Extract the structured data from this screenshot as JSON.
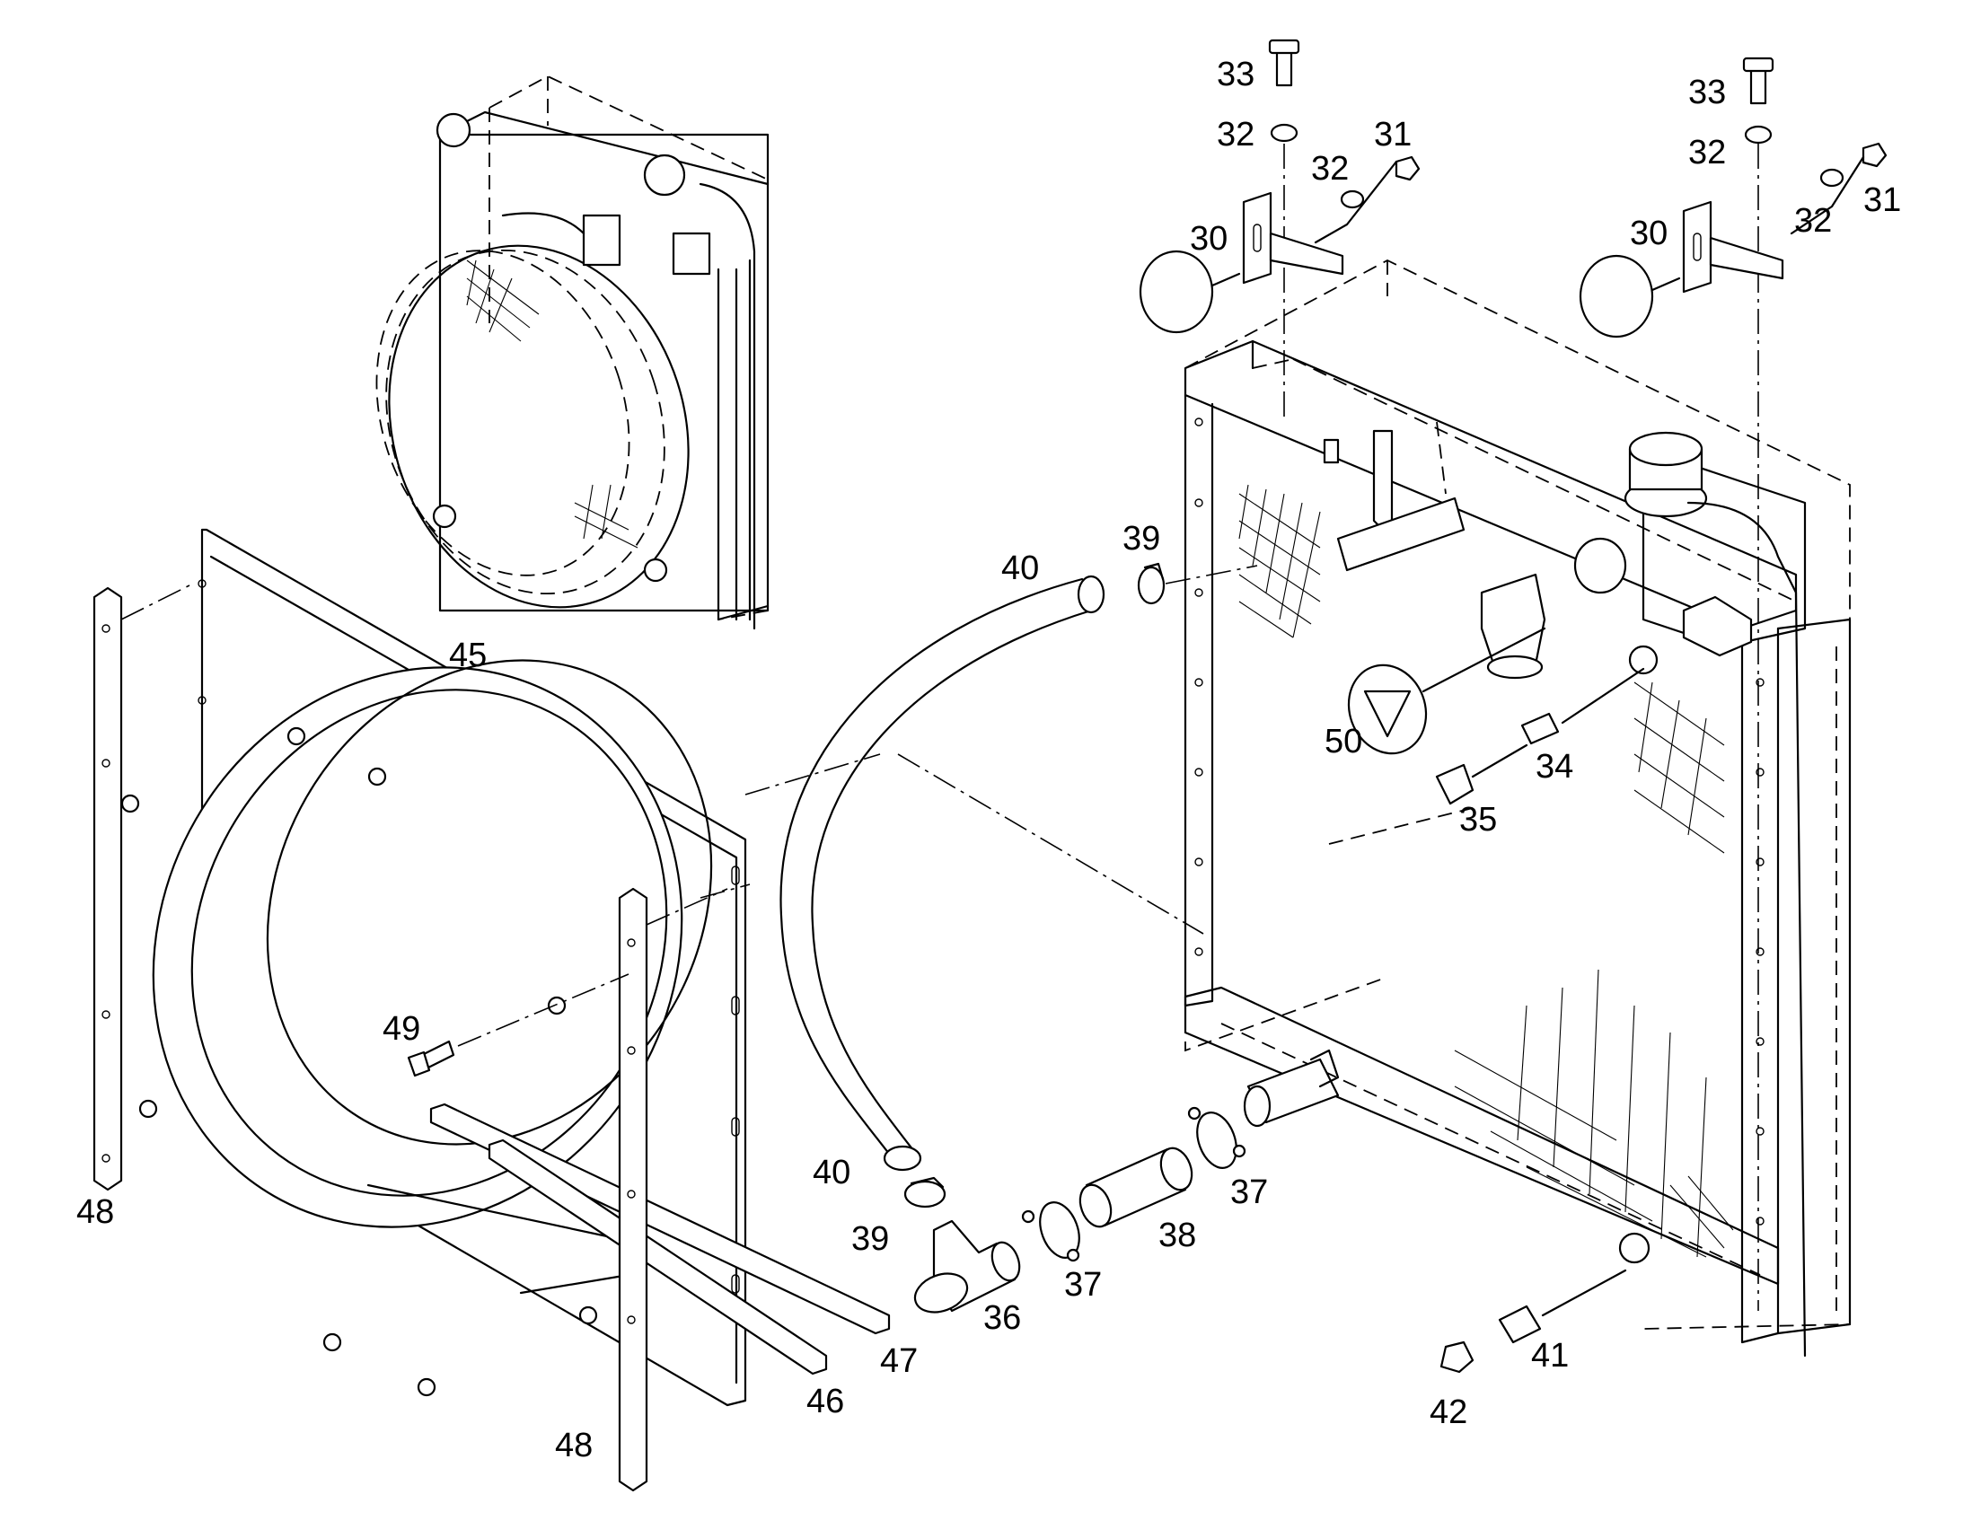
{
  "callouts": [
    {
      "id": "c33a",
      "text": "33"
    },
    {
      "id": "c32a",
      "text": "32"
    },
    {
      "id": "c31a",
      "text": "31"
    },
    {
      "id": "c32b",
      "text": "32"
    },
    {
      "id": "c30a",
      "text": "30"
    },
    {
      "id": "c33b",
      "text": "33"
    },
    {
      "id": "c32c",
      "text": "32"
    },
    {
      "id": "c32d",
      "text": "32"
    },
    {
      "id": "c31b",
      "text": "31"
    },
    {
      "id": "c30b",
      "text": "30"
    },
    {
      "id": "c39a",
      "text": "39"
    },
    {
      "id": "c40a",
      "text": "40"
    },
    {
      "id": "c45",
      "text": "45"
    },
    {
      "id": "c50",
      "text": "50"
    },
    {
      "id": "c34",
      "text": "34"
    },
    {
      "id": "c35",
      "text": "35"
    },
    {
      "id": "c49",
      "text": "49"
    },
    {
      "id": "c48a",
      "text": "48"
    },
    {
      "id": "c40b",
      "text": "40"
    },
    {
      "id": "c39b",
      "text": "39"
    },
    {
      "id": "c37a",
      "text": "37"
    },
    {
      "id": "c38",
      "text": "38"
    },
    {
      "id": "c37b",
      "text": "37"
    },
    {
      "id": "c36",
      "text": "36"
    },
    {
      "id": "c47",
      "text": "47"
    },
    {
      "id": "c46",
      "text": "46"
    },
    {
      "id": "c48b",
      "text": "48"
    },
    {
      "id": "c41",
      "text": "41"
    },
    {
      "id": "c42",
      "text": "42"
    }
  ]
}
